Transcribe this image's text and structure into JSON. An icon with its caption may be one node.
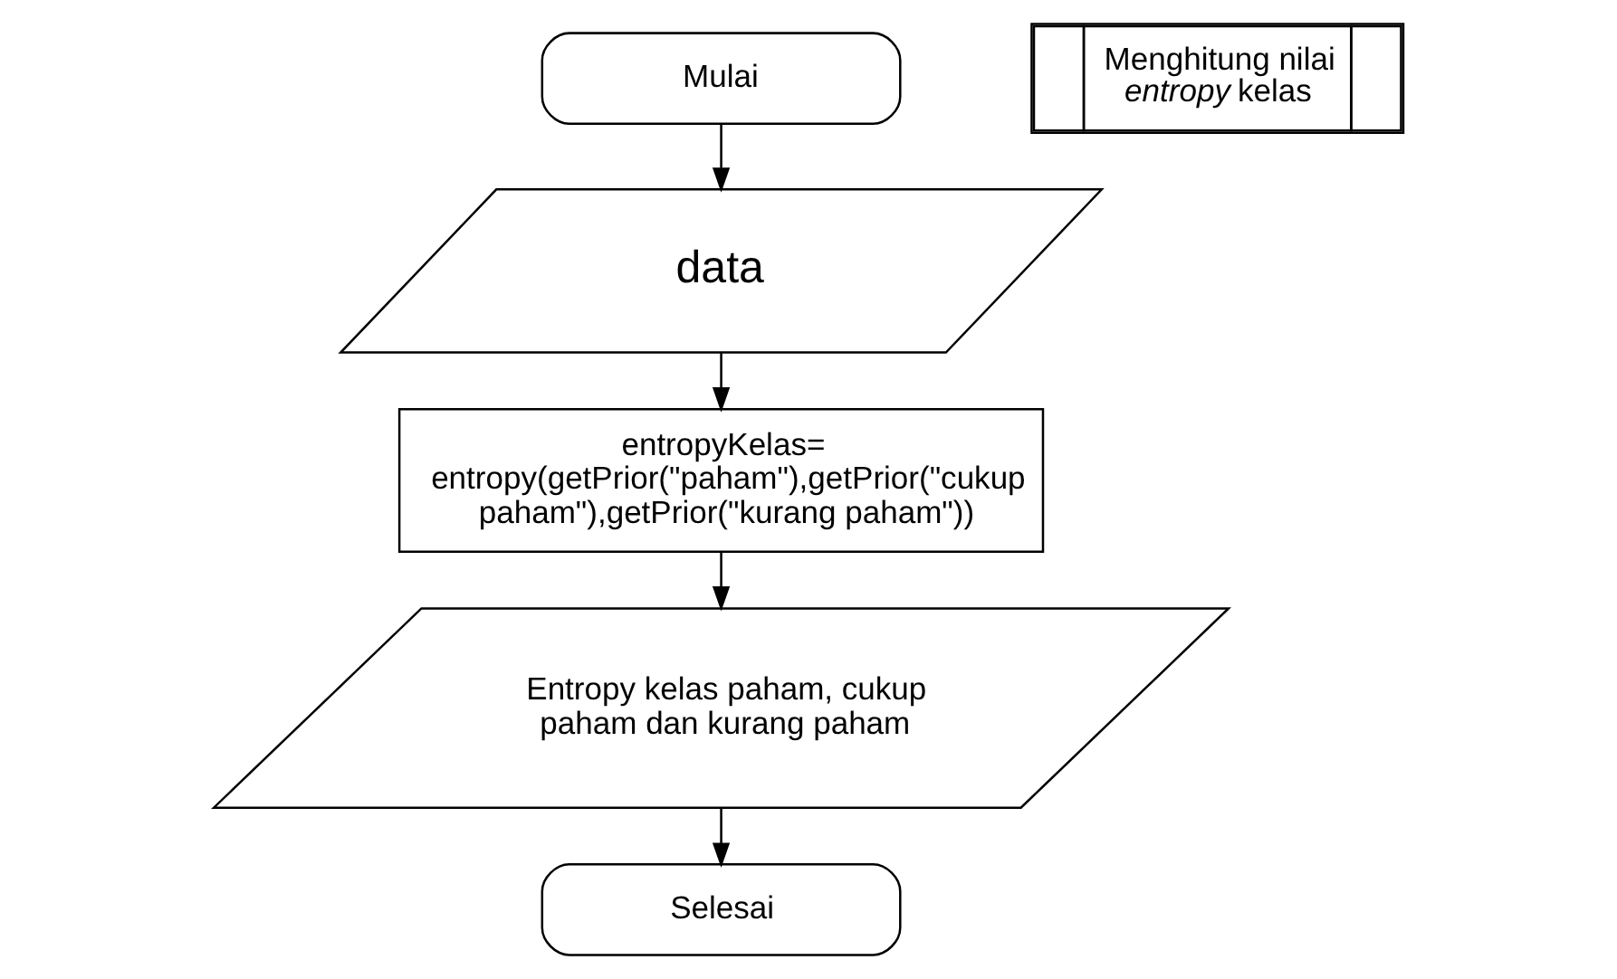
{
  "diagram": {
    "nodes": [
      {
        "text": [
          "Mulai"
        ]
      },
      {
        "text": [
          "data"
        ]
      },
      {
        "text": [
          "entropyKelas= entropy(getPrior(\"paham\"),getPrior(\"cukup paham\"),getPrior(\"kurang paham\"))"
        ]
      },
      {
        "text": [
          "Entropy kelas paham, cukup paham dan kurang paham"
        ]
      },
      {
        "text": [
          "Selesai"
        ]
      },
      {
        "text": [
          "Menghitung nilai *entropy* kelas"
        ]
      }
    ],
    "edges": [
      {
        "from": 0,
        "to": 1,
        "arrow": "to"
      },
      {
        "from": 1,
        "to": 2,
        "arrow": "to"
      },
      {
        "from": 2,
        "to": 3,
        "arrow": "to"
      },
      {
        "from": 3,
        "to": 4,
        "arrow": "to"
      }
    ]
  }
}
